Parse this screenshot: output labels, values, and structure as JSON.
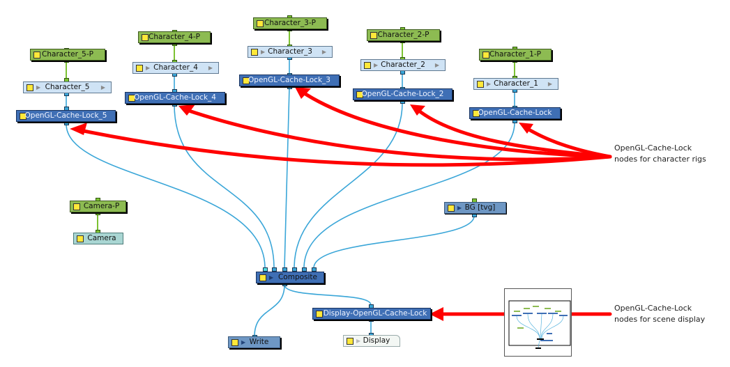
{
  "nodes": {
    "char5_peg": "Character_5-P",
    "char5": "Character_5",
    "gl5": "OpenGL-Cache-Lock_5",
    "char4_peg": "Character_4-P",
    "char4": "Character_4",
    "gl4": "OpenGL-Cache-Lock_4",
    "char3_peg": "Character_3-P",
    "char3": "Character_3",
    "gl3": "OpenGL-Cache-Lock_3",
    "char2_peg": "Character_2-P",
    "char2": "Character_2",
    "gl2": "OpenGL-Cache-Lock_2",
    "char1_peg": "Character_1-P",
    "char1": "Character_1",
    "gl1": "OpenGL-Cache-Lock",
    "camera_peg": "Camera-P",
    "camera": "Camera",
    "bg": "BG  [tvg]",
    "composite": "Composite",
    "display_gl": "Display-OpenGL-Cache-Lock",
    "write": "Write",
    "display": "Display"
  },
  "annotations": {
    "character_rigs_line1": "OpenGL-Cache-Lock",
    "character_rigs_line2": "nodes for character rigs",
    "scene_display_line1": "OpenGL-Cache-Lock",
    "scene_display_line2": "nodes for scene display"
  },
  "colors": {
    "wire": "#3aa6d8",
    "peg_wire": "#7cc232",
    "arrow": "#ff0000"
  }
}
